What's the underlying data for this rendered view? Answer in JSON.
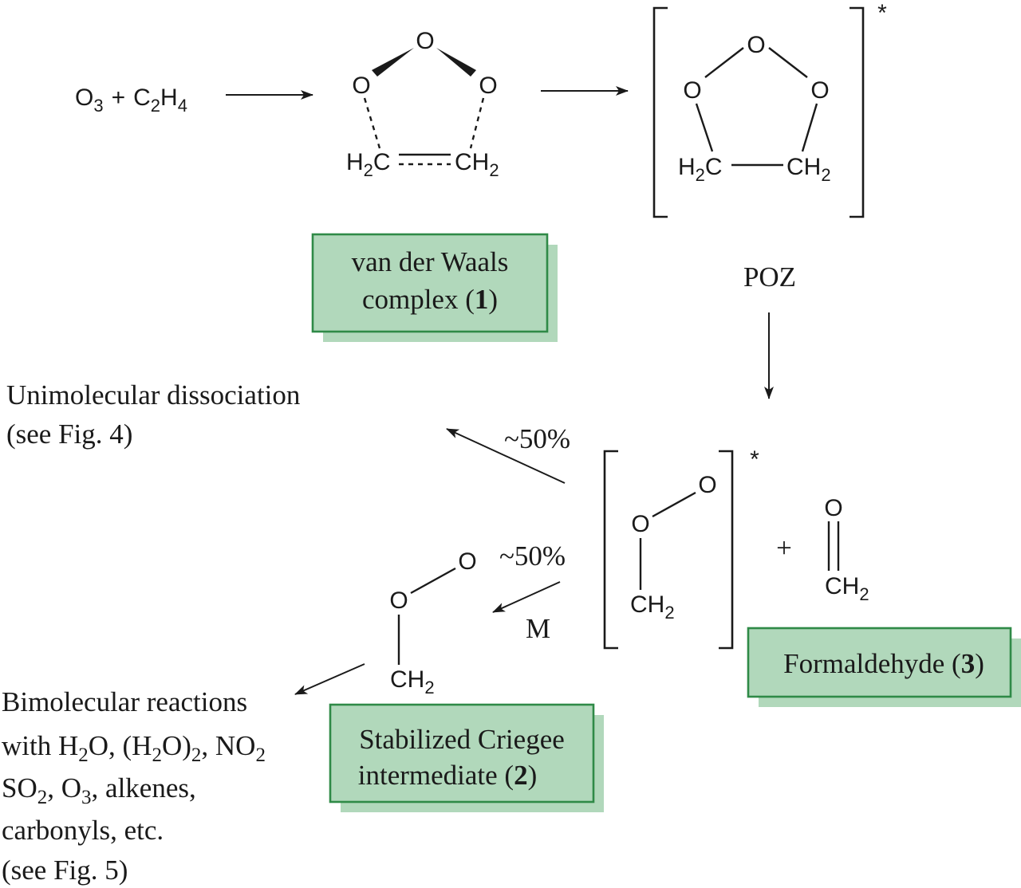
{
  "reaction": {
    "reactant_ozone": "O",
    "reactant_ozone_sub": "3",
    "plus": "+",
    "reactant_ethene": "C",
    "reactant_ethene_sub1": "2",
    "reactant_ethene_H": "H",
    "reactant_ethene_sub2": "4"
  },
  "atoms": {
    "O": "O",
    "H2C_H": "H",
    "H2C_C": "C",
    "sub2": "2",
    "CH2_CH": "CH"
  },
  "markers": {
    "excited": "*",
    "plus": "+"
  },
  "labels": {
    "poz": "POZ",
    "unimolecular_line1": "Unimolecular dissociation",
    "unimolecular_line2": "(see Fig. 4)",
    "branch_upper": "~50%",
    "branch_lower": "~50%",
    "third_body": "M",
    "bimolecular_line1": "Bimolecular reactions",
    "bimolecular_line2_a": "with H",
    "bimolecular_line2_sub1": "2",
    "bimolecular_line2_b": "O, (H",
    "bimolecular_line2_sub2": "2",
    "bimolecular_line2_c": "O)",
    "bimolecular_line2_sub3": "2",
    "bimolecular_line2_d": ", NO",
    "bimolecular_line2_sub4": "2",
    "bimolecular_line3_a": "SO",
    "bimolecular_line3_sub1": "2",
    "bimolecular_line3_b": ", O",
    "bimolecular_line3_sub2": "3",
    "bimolecular_line3_c": ", alkenes,",
    "bimolecular_line4": "carbonyls, etc.",
    "bimolecular_line5": "(see Fig. 5)"
  },
  "boxes": {
    "vdw_line1": "van der Waals",
    "vdw_line2": "complex (",
    "vdw_num": "1",
    "vdw_close": ")",
    "criegee_line1": "Stabilized Criegee",
    "criegee_line2": "intermediate (",
    "criegee_num": "2",
    "criegee_close": ")",
    "formaldehyde": "Formaldehyde (",
    "formaldehyde_num": "3",
    "formaldehyde_close": ")"
  },
  "colors": {
    "box_fill": "#b1d8bb",
    "box_border": "#2f8a47",
    "ink": "#1a1a1a"
  }
}
